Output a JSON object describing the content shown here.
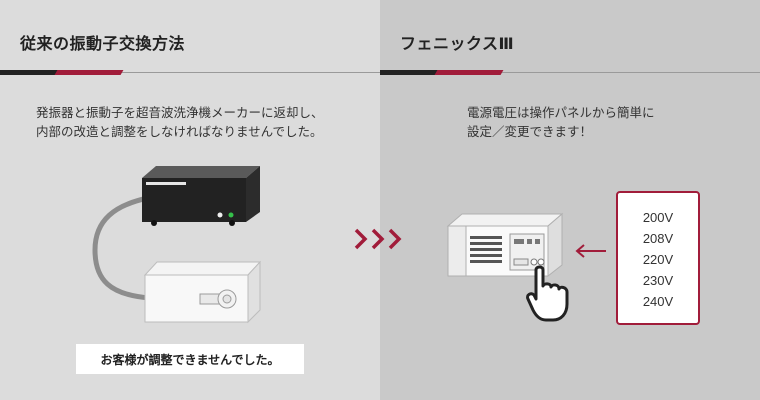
{
  "left": {
    "heading": "従来の振動子交換方法",
    "desc_line1": "発振器と振動子を超音波洗浄機メーカーに返却し、",
    "desc_line2": "内部の改造と調整をしなければなりませんでした。",
    "caption": "お客様が調整できませんでした。"
  },
  "right": {
    "heading": "フェニックスⅢ",
    "desc_line1": "電源電圧は操作パネルから簡単に",
    "desc_line2": "設定／変更できます！",
    "voltages": [
      "200V",
      "208V",
      "220V",
      "230V",
      "240V"
    ]
  },
  "colors": {
    "accent": "#a11c3a",
    "dark": "#222222"
  }
}
